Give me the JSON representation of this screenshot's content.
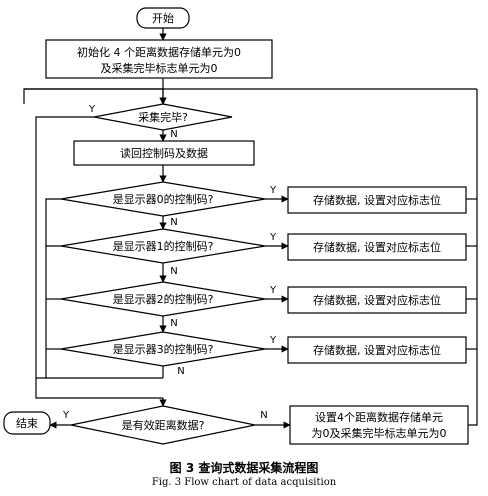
{
  "nodes": {
    "start": "开始",
    "init_line1": "初始化 4 个距离数据存储单元为0",
    "init_line2": "及采集完毕标志单元为0",
    "collect_done": "采集完毕?",
    "read_back": "读回控制码及数据",
    "is_d0": "是显示器0的控制码?",
    "is_d1": "是显示器1的控制码?",
    "is_d2": "是显示器2的控制码?",
    "is_d3": "是显示器3的控制码?",
    "store_flag": "存储数据, 设置对应标志位",
    "valid_data": "是有效距离数据?",
    "end": "结束",
    "reset_line1": "设置4个距离数据存储单元",
    "reset_line2": "为0及采集完毕标志单元为0"
  },
  "edge_labels": {
    "yes": "Y",
    "no": "N"
  },
  "caption": {
    "zh": "图 3   查询式数据采集流程图",
    "en": "Fig. 3   Flow chart of data acquisition"
  }
}
